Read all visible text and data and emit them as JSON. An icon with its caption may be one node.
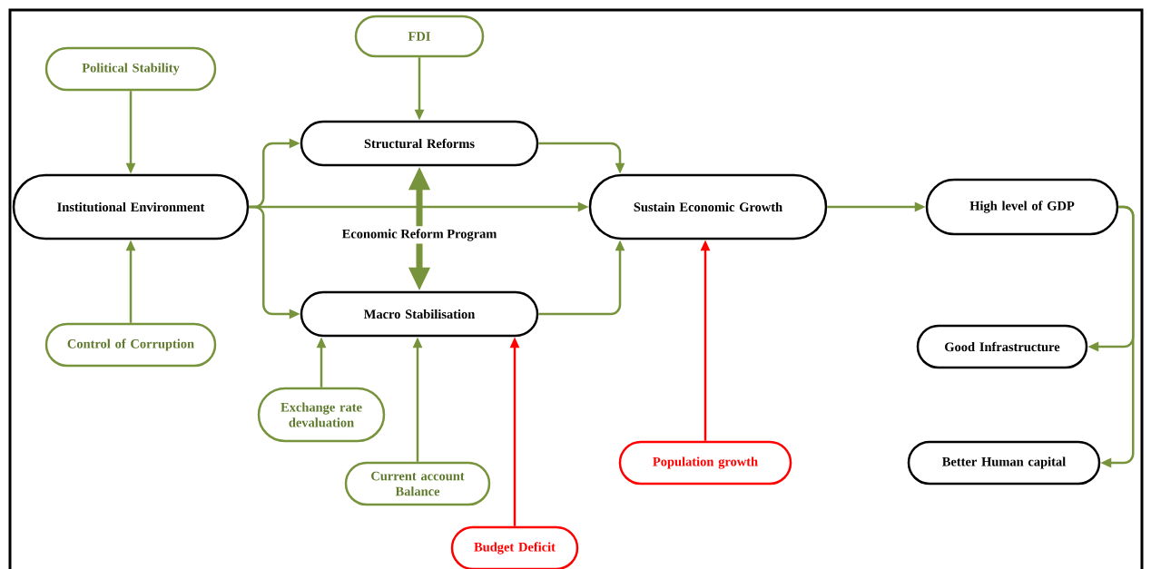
{
  "diagram": {
    "nodes": [
      {
        "text": [
          "Political Stability"
        ]
      },
      {
        "text": [
          "FDI"
        ]
      },
      {
        "text": [
          "Institutional Environment"
        ]
      },
      {
        "text": [
          "Structural Reforms"
        ]
      },
      {
        "text": [
          "Sustain Economic Growth"
        ]
      },
      {
        "text": [
          "High level of GDP"
        ]
      },
      {
        "text": [
          "Macro Stabilisation"
        ]
      },
      {
        "text": [
          "Control of Corruption"
        ]
      },
      {
        "text": [
          "Good Infrastructure"
        ]
      },
      {
        "text": [
          "Exchange rate devaluation"
        ]
      },
      {
        "text": [
          "Population growth"
        ]
      },
      {
        "text": [
          "Better Human capital"
        ]
      },
      {
        "text": [
          "Current account Balance"
        ]
      },
      {
        "text": [
          "Budget Deficit"
        ]
      }
    ],
    "edges": [
      {
        "from": 0,
        "to": 2,
        "arrow": "to"
      },
      {
        "from": 7,
        "to": 2,
        "arrow": "to"
      },
      {
        "from": 1,
        "to": 3,
        "arrow": "to"
      },
      {
        "from": 2,
        "to": 3,
        "arrow": "to"
      },
      {
        "from": 2,
        "to": 4,
        "arrow": "to"
      },
      {
        "from": 2,
        "to": 6,
        "arrow": "to"
      },
      {
        "from": 3,
        "to": 6,
        "arrow": "both",
        "style": "thick",
        "label": "Economic Reform Program"
      },
      {
        "from": 3,
        "to": 4,
        "arrow": "to"
      },
      {
        "from": 6,
        "to": 4,
        "arrow": "to"
      },
      {
        "from": 4,
        "to": 5,
        "arrow": "to"
      },
      {
        "from": 5,
        "to": 8,
        "arrow": "to"
      },
      {
        "from": 5,
        "to": 11,
        "arrow": "to"
      },
      {
        "from": 9,
        "to": 6,
        "arrow": "to"
      },
      {
        "from": 12,
        "to": 6,
        "arrow": "to"
      },
      {
        "from": 13,
        "to": 6,
        "arrow": "to",
        "color": "#ff0000"
      },
      {
        "from": 10,
        "to": 4,
        "arrow": "to",
        "color": "#ff0000"
      }
    ]
  }
}
